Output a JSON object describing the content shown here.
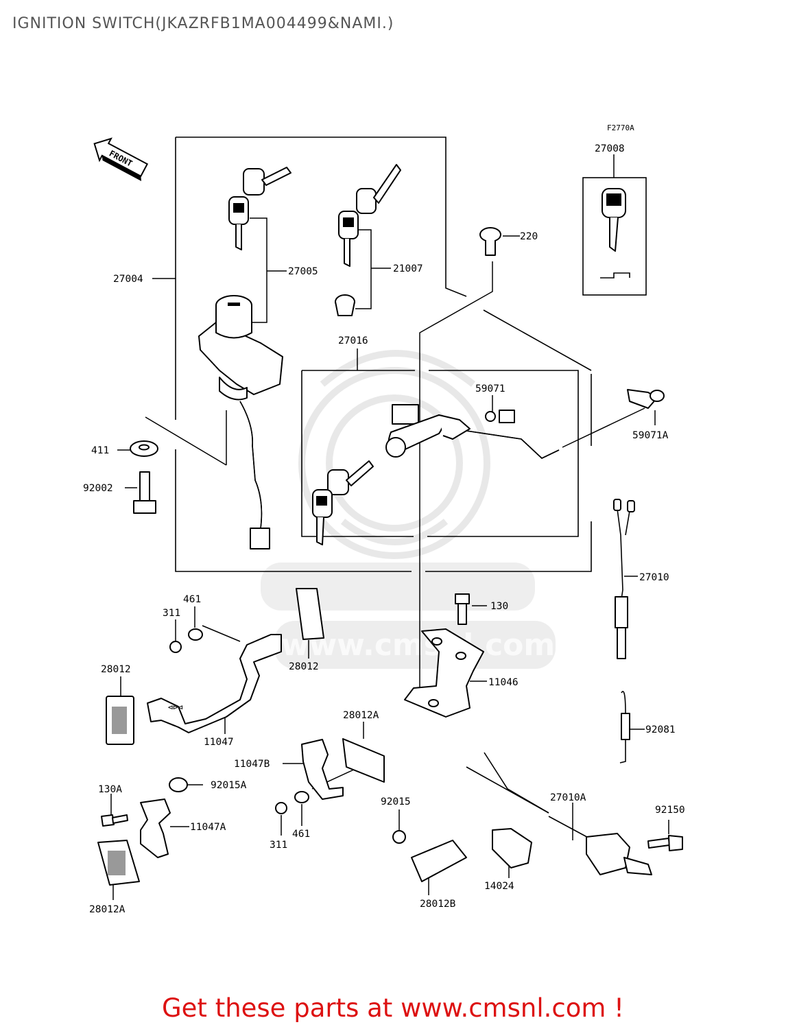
{
  "title": "IGNITION SWITCH(JKAZRFB1MA004499&NAMI.)",
  "figure_code": "F2770A",
  "direction_label": "FRONT",
  "watermark": "www.cmsnl.com",
  "footer": "Get these parts at www.cmsnl.com !",
  "callouts": {
    "c27008": "27008",
    "c220": "220",
    "c27004": "27004",
    "c27005": "27005",
    "c21007": "21007",
    "c27016": "27016",
    "c59071": "59071",
    "c59071A": "59071A",
    "c411": "411",
    "c92002": "92002",
    "c27010": "27010",
    "c461_top": "461",
    "c311_top": "311",
    "c130": "130",
    "c28012_top": "28012",
    "c28012_left": "28012",
    "c11046": "11046",
    "c11047": "11047",
    "c28012A_mid": "28012A",
    "c92081": "92081",
    "c11047B": "11047B",
    "c130A": "130A",
    "c92015A": "92015A",
    "c27010A": "27010A",
    "c92015": "92015",
    "c92150": "92150",
    "c11047A": "11047A",
    "c311_bot": "311",
    "c461_bot": "461",
    "c14024": "14024",
    "c28012A_bot": "28012A",
    "c28012B": "28012B"
  }
}
